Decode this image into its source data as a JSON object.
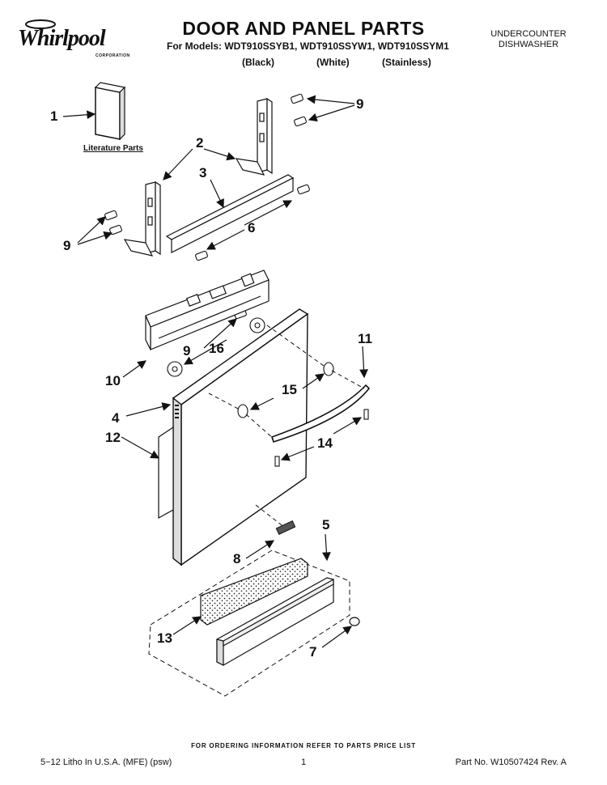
{
  "brand": {
    "name": "Whirlpool",
    "corporation": "CORPORATION"
  },
  "header": {
    "title": "DOOR AND PANEL PARTS",
    "models": "For Models: WDT910SSYB1, WDT910SSYW1, WDT910SSYM1",
    "variants": [
      "(Black)",
      "(White)",
      "(Stainless)"
    ],
    "category_line1": "UNDERCOUNTER",
    "category_line2": "DISHWASHER"
  },
  "callouts": [
    "1",
    "2",
    "3",
    "9",
    "9",
    "6",
    "9",
    "16",
    "10",
    "11",
    "15",
    "4",
    "12",
    "14",
    "5",
    "8",
    "13",
    "7"
  ],
  "literature_label": "Literature Parts",
  "footer": {
    "ordering": "FOR ORDERING INFORMATION REFER TO PARTS PRICE LIST",
    "litho": "5−12 Litho In U.S.A. (MFE) (psw)",
    "page": "1",
    "part_no": "Part No. W10507424 Rev. A"
  }
}
